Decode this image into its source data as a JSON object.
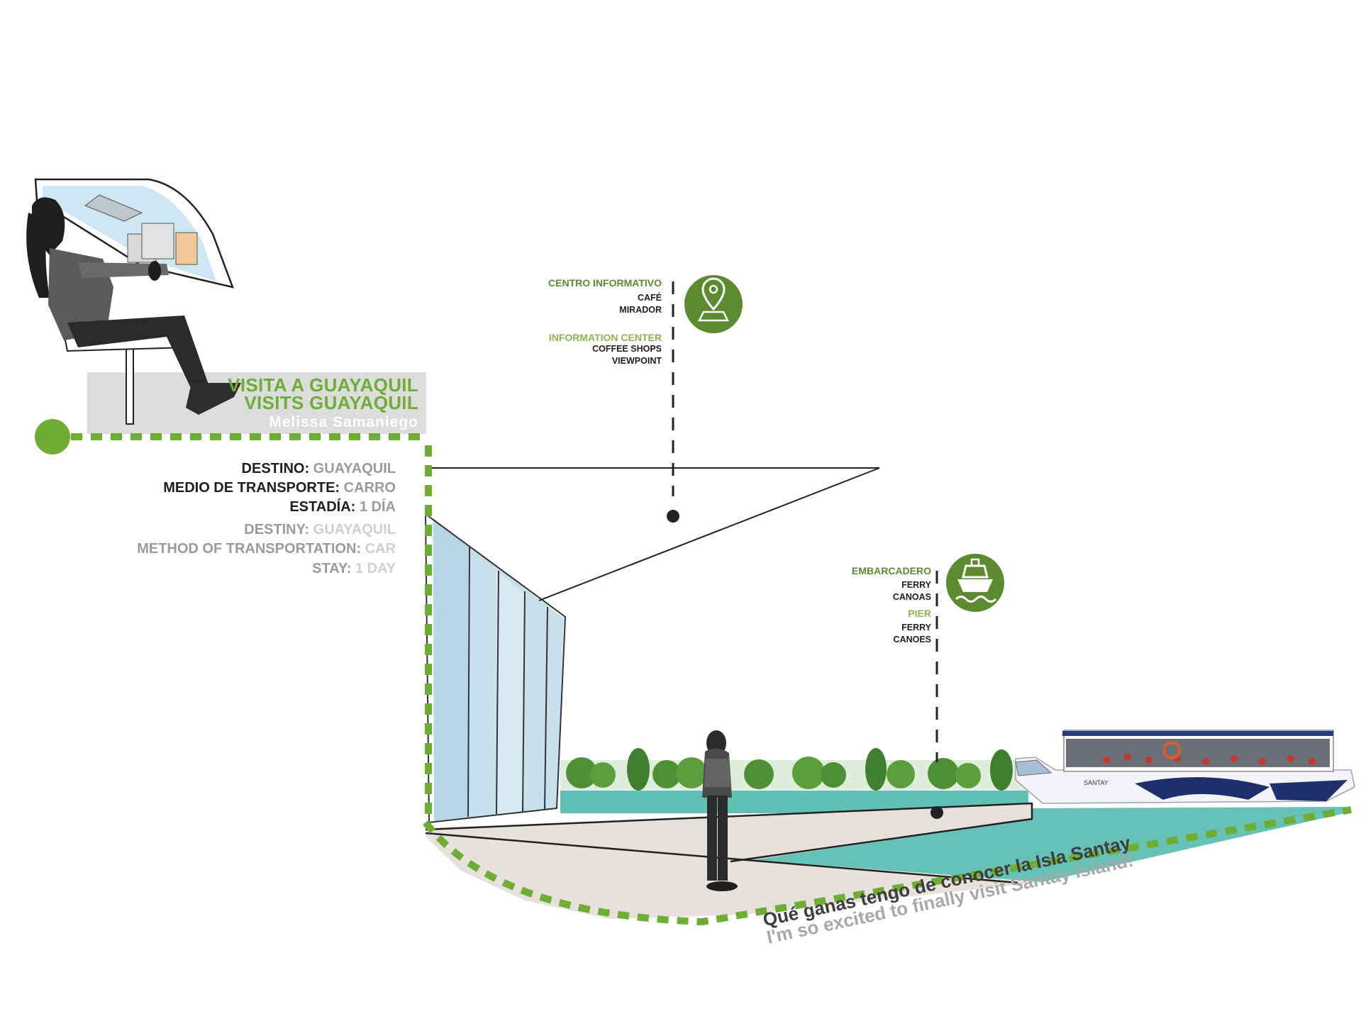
{
  "title": {
    "es": "VISITA A GUAYAQUIL",
    "en": "VISITS GUAYAQUIL",
    "author": "Melissa  Samaniego"
  },
  "trip_es": [
    {
      "key": "DESTINO:",
      "value": "GUAYAQUIL"
    },
    {
      "key": "MEDIO DE TRANSPORTE:",
      "value": "CARRO"
    },
    {
      "key": "ESTADÍA:",
      "value": "1 DÍA"
    }
  ],
  "trip_en": [
    {
      "key": "DESTINY:",
      "value": "GUAYAQUIL"
    },
    {
      "key": "METHOD OF TRANSPORTATION:",
      "value": "CAR"
    },
    {
      "key": "STAY:",
      "value": "1 DAY"
    }
  ],
  "callout_info": {
    "head_es": "CENTRO INFORMATIVO",
    "sub_es": [
      "CAFÉ",
      "MIRADOR"
    ],
    "head_en": "INFORMATION CENTER",
    "sub_en": [
      "COFFEE SHOPS",
      "VIEWPOINT"
    ],
    "icon": "map-pin-icon"
  },
  "callout_pier": {
    "head_es": "EMBARCADERO",
    "sub_es": [
      "FERRY",
      "CANOAS"
    ],
    "head_en": "PIER",
    "sub_en": [
      "FERRY",
      "CANOES"
    ],
    "icon": "ferry-icon"
  },
  "boat_label": "SANTAY",
  "quote": {
    "es": "Qué ganas tengo de conocer la Isla Santay",
    "en": "I'm so excited to finally visit Santay Island!"
  },
  "colors": {
    "accent_green": "#6fae34",
    "icon_green": "#5b8a2f",
    "water": "#66c2b6",
    "walkway": "#e6e1dc",
    "panel_grey": "#dcdcdc"
  }
}
